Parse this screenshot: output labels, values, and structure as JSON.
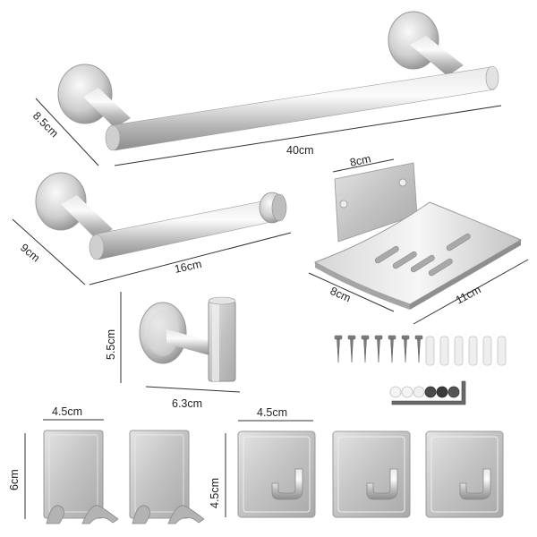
{
  "labels": {
    "towel_bar_depth": "8.5cm",
    "towel_bar_length": "40cm",
    "paper_holder_depth": "9cm",
    "paper_holder_length": "16cm",
    "soap_dish_width": "8cm",
    "soap_dish_depth": "8cm",
    "soap_dish_length": "11cm",
    "robe_hook_height": "5.5cm",
    "robe_hook_width": "6.3cm",
    "adhesive_hook_width": "4.5cm",
    "adhesive_hook_height": "6cm",
    "square_hook_width": "4.5cm",
    "square_hook_height": "4.5cm"
  },
  "colors": {
    "steel_light": "#f4f4f4",
    "steel_mid": "#c9c9c9",
    "steel_dark": "#8c8c8c",
    "text": "#222222",
    "background": "#ffffff"
  }
}
